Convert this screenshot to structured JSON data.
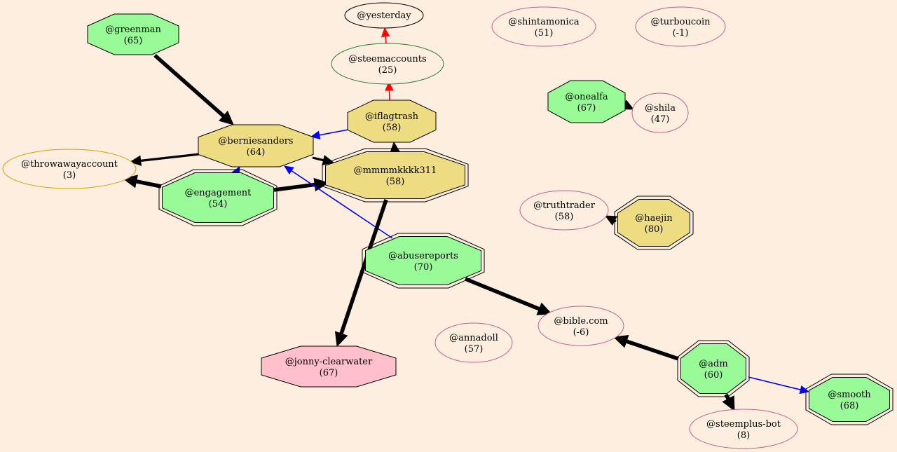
{
  "colors": {
    "background": "#fdeee0",
    "green_fill": "#98fb98",
    "tan_fill": "#eedc82",
    "pink_fill": "#ffc0cb",
    "neutral_fill": "#fdeee0",
    "ellipse_stroke_pink": "#c06090",
    "ellipse_stroke_green": "#2e7d2e",
    "ellipse_stroke_gold": "#d4a000",
    "edge_black": "#000000",
    "edge_red": "#ff0000",
    "edge_blue": "#0000ff"
  },
  "nodes": [
    {
      "id": "yesterday",
      "name": "@yesterday",
      "score": ""
    },
    {
      "id": "shintamonica",
      "name": "@shintamonica",
      "score": "(51)"
    },
    {
      "id": "turboucoin",
      "name": "@turboucoin",
      "score": "(-1)"
    },
    {
      "id": "greenman",
      "name": "@greenman",
      "score": "(65)"
    },
    {
      "id": "steemaccounts",
      "name": "@steemaccounts",
      "score": "(25)"
    },
    {
      "id": "onealfa",
      "name": "@onealfa",
      "score": "(67)"
    },
    {
      "id": "shila",
      "name": "@shila",
      "score": "(47)"
    },
    {
      "id": "iflagtrash",
      "name": "@iflagtrash",
      "score": "(58)"
    },
    {
      "id": "berniesanders",
      "name": "@berniesanders",
      "score": "(64)"
    },
    {
      "id": "throwawayaccount",
      "name": "@throwawayaccount",
      "score": "(3)"
    },
    {
      "id": "mmmmkkkk311",
      "name": "@mmmmkkkk311",
      "score": "(58)"
    },
    {
      "id": "engagement",
      "name": "@engagement",
      "score": "(54)"
    },
    {
      "id": "truthtrader",
      "name": "@truthtrader",
      "score": "(58)"
    },
    {
      "id": "haejin",
      "name": "@haejin",
      "score": "(80)"
    },
    {
      "id": "abusereports",
      "name": "@abusereports",
      "score": "(70)"
    },
    {
      "id": "biblecom",
      "name": "@bible.com",
      "score": "(-6)"
    },
    {
      "id": "annadoll",
      "name": "@annadoll",
      "score": "(57)"
    },
    {
      "id": "jonnyclearwater",
      "name": "@jonny-clearwater",
      "score": "(67)"
    },
    {
      "id": "adm",
      "name": "@adm",
      "score": "(60)"
    },
    {
      "id": "smooth",
      "name": "@smooth",
      "score": "(68)"
    },
    {
      "id": "steemplusbot",
      "name": "@steemplus-bot",
      "score": "(8)"
    }
  ],
  "edges": [
    {
      "from": "steemaccounts",
      "to": "yesterday",
      "color": "red",
      "weight": "thin"
    },
    {
      "from": "iflagtrash",
      "to": "steemaccounts",
      "color": "red",
      "weight": "thin"
    },
    {
      "from": "greenman",
      "to": "berniesanders",
      "color": "black",
      "weight": "heavy"
    },
    {
      "from": "iflagtrash",
      "to": "berniesanders",
      "color": "blue",
      "weight": "thin"
    },
    {
      "from": "onealfa",
      "to": "shila",
      "color": "black",
      "weight": "medium"
    },
    {
      "from": "berniesanders",
      "to": "throwawayaccount",
      "color": "black",
      "weight": "medium"
    },
    {
      "from": "berniesanders",
      "to": "mmmmkkkk311",
      "color": "black",
      "weight": "medium"
    },
    {
      "from": "mmmmkkkk311",
      "to": "iflagtrash",
      "color": "black",
      "weight": "medium"
    },
    {
      "from": "engagement",
      "to": "throwawayaccount",
      "color": "black",
      "weight": "heavy"
    },
    {
      "from": "engagement",
      "to": "mmmmkkkk311",
      "color": "black",
      "weight": "heavy"
    },
    {
      "from": "engagement",
      "to": "berniesanders",
      "color": "blue",
      "weight": "thin"
    },
    {
      "from": "abusereports",
      "to": "berniesanders",
      "color": "blue",
      "weight": "thin"
    },
    {
      "from": "mmmmkkkk311",
      "to": "jonnyclearwater",
      "color": "black",
      "weight": "heavy"
    },
    {
      "from": "haejin",
      "to": "truthtrader",
      "color": "black",
      "weight": "medium"
    },
    {
      "from": "abusereports",
      "to": "biblecom",
      "color": "black",
      "weight": "heavy"
    },
    {
      "from": "adm",
      "to": "biblecom",
      "color": "black",
      "weight": "heavy"
    },
    {
      "from": "adm",
      "to": "smooth",
      "color": "blue",
      "weight": "thin"
    },
    {
      "from": "adm",
      "to": "steemplusbot",
      "color": "black",
      "weight": "heavy"
    }
  ]
}
